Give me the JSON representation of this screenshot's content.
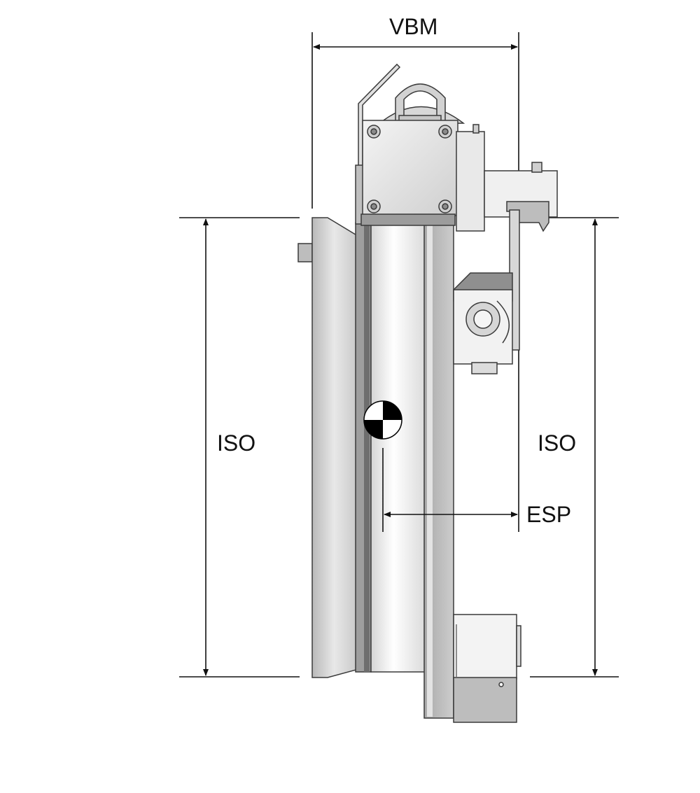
{
  "labels": {
    "vbm": "VBM",
    "iso_left": "ISO",
    "iso_right": "ISO",
    "esp": "ESP"
  },
  "colors": {
    "outline": "#3a3a3a",
    "dimension_line": "#111111",
    "metal_light": "#ececec",
    "metal_mid": "#c9c9c9",
    "metal_dark": "#8e8e8e",
    "cg_marker": "#000000"
  },
  "icons": {
    "center_of_gravity": "center-of-gravity-icon",
    "lifting_eye": "lifting-eye-icon"
  }
}
